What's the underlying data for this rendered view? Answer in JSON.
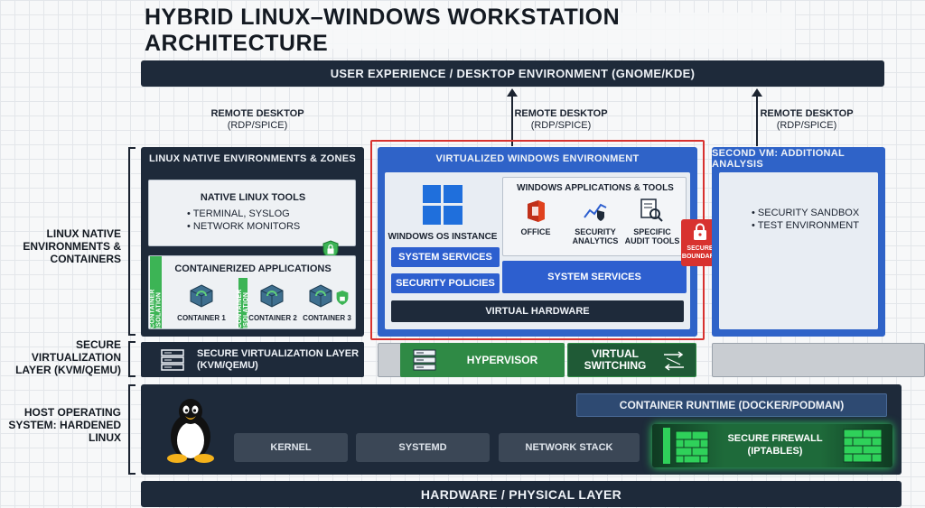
{
  "title": "HYBRID LINUX–WINDOWS WORKSTATION ARCHITECTURE",
  "top_bar": "USER EXPERIENCE / DESKTOP ENVIRONMENT (GNOME/KDE)",
  "bottom_bar": "HARDWARE / PHYSICAL LAYER",
  "remote_links": [
    {
      "title": "REMOTE DESKTOP",
      "sub": "(RDP/SPICE)"
    },
    {
      "title": "REMOTE DESKTOP",
      "sub": "(RDP/SPICE)"
    },
    {
      "title": "REMOTE DESKTOP",
      "sub": "(RDP/SPICE)"
    }
  ],
  "side_labels": {
    "linux_envs": "LINUX NATIVE ENVIRONMENTS & CONTAINERS",
    "virt_layer": "SECURE VIRTUALIZATION LAYER (KVM/QEMU)",
    "host_os": "HOST OPERATING SYSTEM: HARDENED LINUX"
  },
  "linux_panel": {
    "header": "LINUX NATIVE ENVIRONMENTS & ZONES",
    "tools_title": "NATIVE LINUX TOOLS",
    "tools": [
      "• TERMINAL, SYSLOG",
      "• NETWORK MONITORS"
    ],
    "containers_title": "CONTAINERIZED APPLICATIONS",
    "isolation_label": "CONTAINER ISOLATION",
    "containers": [
      "CONTAINER 1",
      "CONTAINER 2",
      "CONTAINER 3"
    ]
  },
  "windows_panel": {
    "header": "VIRTUALIZED WINDOWS ENVIRONMENT",
    "os_instance": "WINDOWS OS INSTANCE",
    "system_services": "SYSTEM SERVICES",
    "security_policies": "SECURITY POLICIES",
    "apps_title": "WINDOWS APPLICATIONS & TOOLS",
    "apps": [
      {
        "label": "OFFICE",
        "icon": "office-icon"
      },
      {
        "label": "SECURITY ANALYTICS",
        "icon": "security-analytics-icon"
      },
      {
        "label": "SPECIFIC AUDIT TOOLS",
        "icon": "audit-tools-icon"
      }
    ],
    "app_system_services": "SYSTEM SERVICES",
    "virtual_hardware": "VIRTUAL HARDWARE",
    "secure_boundary": "SECURE BOUNDARY"
  },
  "second_vm": {
    "header": "SECOND VM: ADDITIONAL ANALYSIS",
    "items": [
      "• SECURITY SANDBOX",
      "• TEST ENVIRONMENT"
    ]
  },
  "virt_layer": {
    "secure_layer": "SECURE VIRTUALIZATION LAYER (KVM/QEMU)",
    "hypervisor": "HYPERVISOR",
    "virtual_switching": "VIRTUAL SWITCHING"
  },
  "host": {
    "container_runtime": "CONTAINER RUNTIME (DOCKER/PODMAN)",
    "kernel": "KERNEL",
    "systemd": "SYSTEMD",
    "network_stack": "NETWORK STACK",
    "firewall": "SECURE FIREWALL (IPTABLES)"
  },
  "colors": {
    "dark_navy": "#1e2a3a",
    "windows_blue": "#2f63c8",
    "container_green": "#3cb455",
    "firewall_green": "#2fd15a",
    "boundary_red": "#d8322f"
  }
}
